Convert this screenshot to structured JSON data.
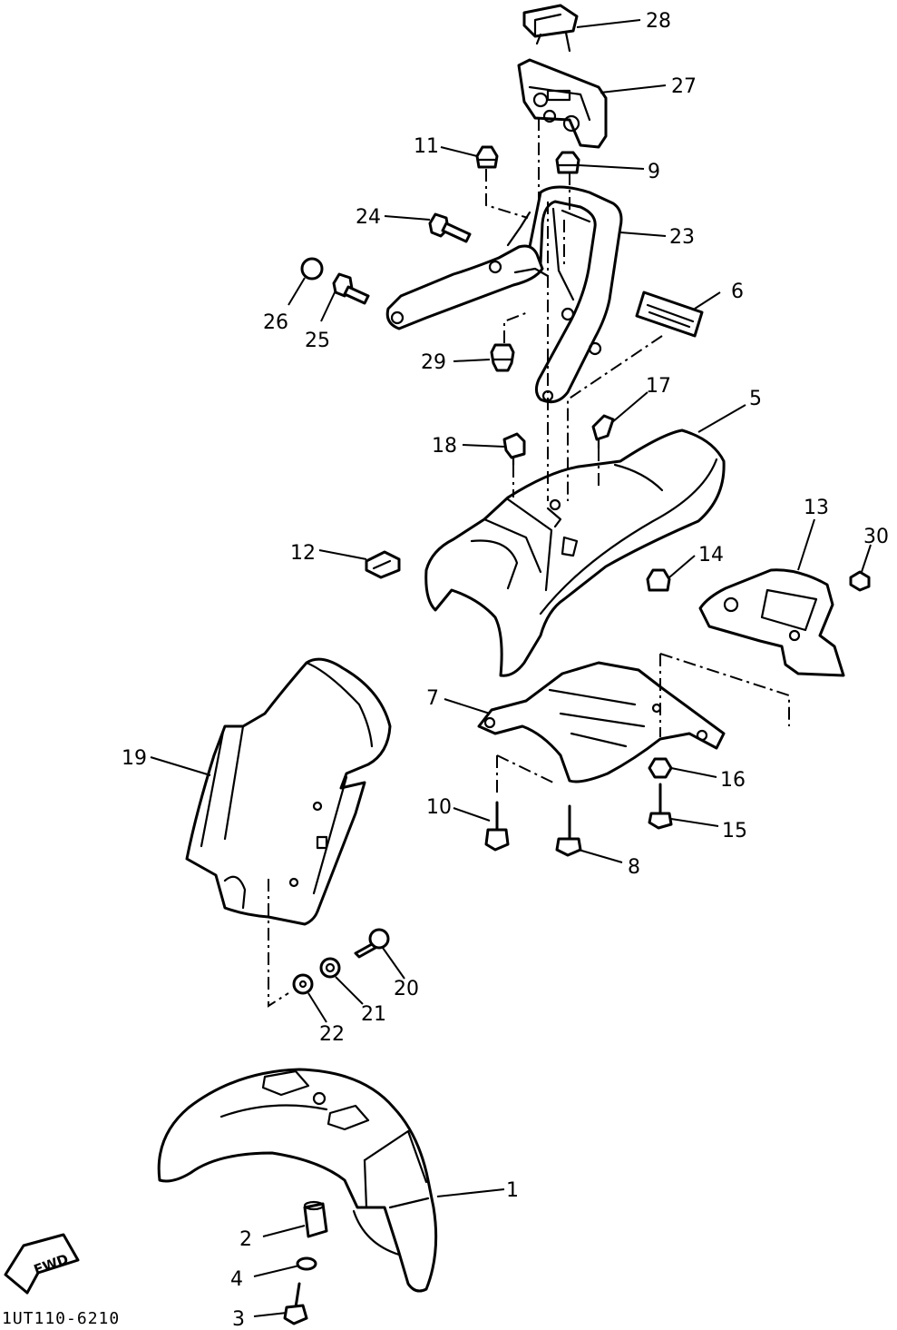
{
  "diagram": {
    "drawing_code": "1UT110-6210",
    "direction_label": "FWD",
    "callouts": {
      "p1": "1",
      "p2": "2",
      "p3": "3",
      "p4": "4",
      "p5": "5",
      "p6": "6",
      "p7": "7",
      "p8": "8",
      "p9": "9",
      "p10": "10",
      "p11": "11",
      "p12": "12",
      "p13": "13",
      "p14": "14",
      "p15": "15",
      "p16": "16",
      "p17": "17",
      "p18": "18",
      "p19": "19",
      "p20": "20",
      "p21": "21",
      "p22": "22",
      "p23": "23",
      "p24": "24",
      "p25": "25",
      "p26": "26",
      "p27": "27",
      "p28": "28",
      "p29": "29",
      "p30": "30"
    }
  }
}
